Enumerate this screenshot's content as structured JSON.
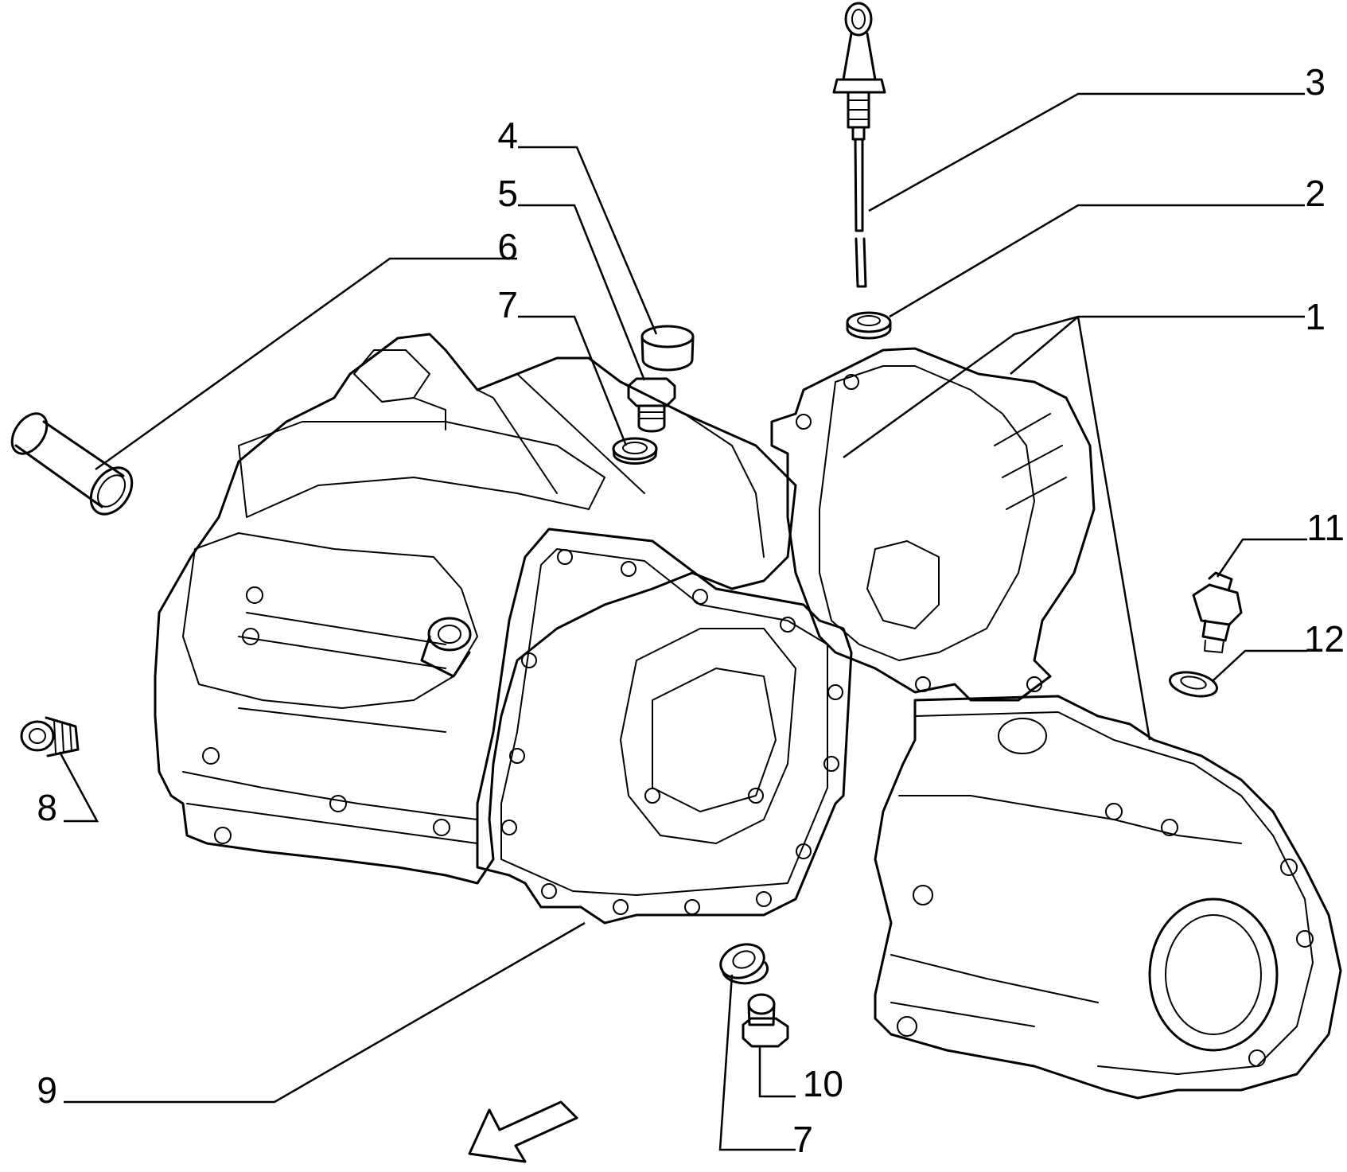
{
  "callouts": [
    {
      "id": "c1",
      "label": "1"
    },
    {
      "id": "c2",
      "label": "2"
    },
    {
      "id": "c3",
      "label": "3"
    },
    {
      "id": "c4",
      "label": "4"
    },
    {
      "id": "c5",
      "label": "5"
    },
    {
      "id": "c6",
      "label": "6"
    },
    {
      "id": "c7a",
      "label": "7"
    },
    {
      "id": "c7b",
      "label": "7"
    },
    {
      "id": "c8",
      "label": "8"
    },
    {
      "id": "c9",
      "label": "9"
    },
    {
      "id": "c10",
      "label": "10"
    },
    {
      "id": "c11",
      "label": "11"
    },
    {
      "id": "c12",
      "label": "12"
    }
  ]
}
